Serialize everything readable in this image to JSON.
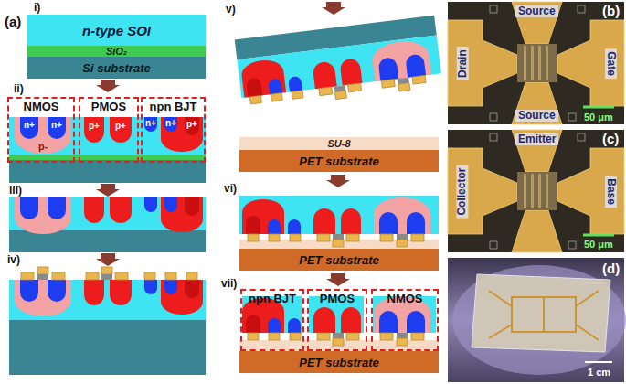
{
  "diagram": {
    "nodes": [
      {
        "text": [
          "n-type SOI"
        ]
      },
      {
        "text": [
          "SiO₂"
        ]
      },
      {
        "text": [
          "Si substrate"
        ]
      },
      {
        "text": [
          "NMOS"
        ]
      },
      {
        "text": [
          "PMOS"
        ]
      },
      {
        "text": [
          "npn BJT"
        ]
      },
      {
        "text": [
          "SU-8"
        ]
      },
      {
        "text": [
          "PET substrate"
        ]
      },
      {
        "text": [
          "PET substrate"
        ]
      },
      {
        "text": [
          "npn BJT"
        ]
      },
      {
        "text": [
          "PMOS"
        ]
      },
      {
        "text": [
          "NMOS"
        ]
      },
      {
        "text": [
          "PET substrate"
        ]
      }
    ],
    "labels": [
      "(a)",
      "i)",
      "ii)",
      "n+",
      "n+",
      "p+",
      "p+",
      "n+",
      "n+",
      "p+",
      "p-",
      "iii)",
      "iv)",
      "v)",
      "vi)",
      "vii)",
      "(b)",
      "Source",
      "Drain",
      "Gate",
      "Source",
      "50 μm",
      "(c)",
      "Emitter",
      "Collector",
      "Base",
      "50 μm",
      "(d)",
      "1 cm"
    ]
  }
}
